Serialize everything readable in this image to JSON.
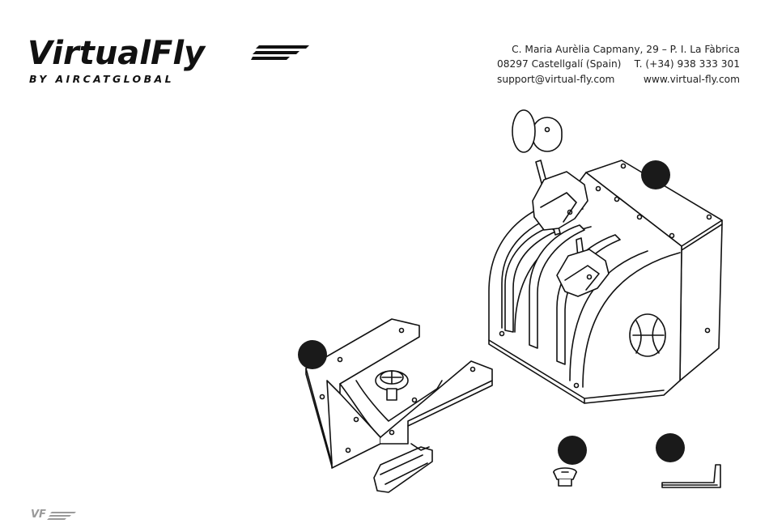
{
  "brand": {
    "name": "VirtualFly",
    "tagline": "BY AIRCATGLOBAL",
    "footer_mark": "VF"
  },
  "contact": {
    "address_line": "C. Maria Aurèlia Capmany, 29 – P. I. La Fàbrica",
    "city_line": "08297 Castellgalí (Spain)",
    "phone": "T. (+34) 938 333 301",
    "email": "support@virtual-fly.com",
    "website": "www.virtual-fly.com"
  },
  "parts": [
    {
      "name": "throttle-quadrant-unit",
      "marker": "black-dot"
    },
    {
      "name": "desk-clamp-bracket",
      "marker": "black-dot"
    },
    {
      "name": "countersunk-screw",
      "marker": "black-dot"
    },
    {
      "name": "allen-key",
      "marker": "black-dot"
    }
  ],
  "colors": {
    "ink": "#111111",
    "marker": "#1a1a1a",
    "footer_mark": "#9a9a9a"
  }
}
